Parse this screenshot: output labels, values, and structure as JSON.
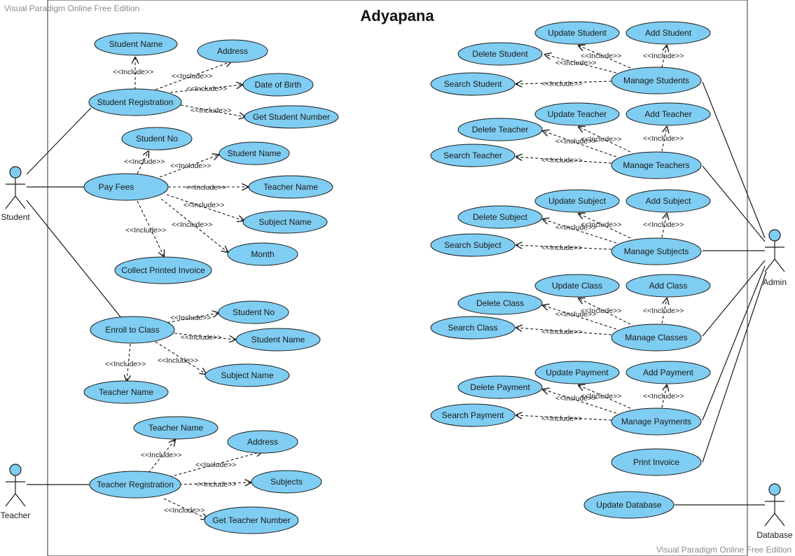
{
  "watermark_top": "Visual Paradigm Online Free Edition",
  "watermark_bottom": "Visual Paradigm Online Free Edition",
  "system_title": "Adyapana",
  "include_label": "<<Include>>",
  "actors": {
    "student": "Student",
    "teacher": "Teacher",
    "admin": "Admin",
    "database": "Database"
  },
  "use_cases": {
    "student_name_1": "Student Name",
    "address_1": "Address",
    "date_of_birth": "Date of Birth",
    "student_registration": "Student Registration",
    "get_student_number": "Get Student Number",
    "student_no_1": "Student No",
    "student_name_2": "Student Name",
    "pay_fees": "Pay Fees",
    "teacher_name_1": "Teacher Name",
    "subject_name_1": "Subject Name",
    "month": "Month",
    "collect_printed_invoice": "Collect Printed Invoice",
    "student_no_2": "Student No",
    "enroll_to_class": "Enroll to Class",
    "student_name_3": "Student Name",
    "subject_name_2": "Subject Name",
    "teacher_name_2": "Teacher Name",
    "teacher_name_3": "Teacher Name",
    "address_2": "Address",
    "teacher_registration": "Teacher Registration",
    "subjects": "Subjects",
    "get_teacher_number": "Get Teacher Number",
    "update_student": "Update Student",
    "add_student": "Add Student",
    "delete_student": "Delete Student",
    "search_student": "Search Student",
    "manage_students": "Manage Students",
    "update_teacher": "Update Teacher",
    "add_teacher": "Add Teacher",
    "delete_teacher": "Delete Teacher",
    "search_teacher": "Search Teacher",
    "manage_teachers": "Manage Teachers",
    "update_subject": "Update Subject",
    "add_subject": "Add Subject",
    "delete_subject": "Delete Subject",
    "search_subject": "Search Subject",
    "manage_subjects": "Manage Subjects",
    "update_class": "Update Class",
    "add_class": "Add Class",
    "delete_class": "Delete Class",
    "search_class": "Search Class",
    "manage_classes": "Manage Classes",
    "update_payment": "Update Payment",
    "add_payment": "Add Payment",
    "delete_payment": "Delete Payment",
    "search_payment": "Search Payment",
    "manage_payments": "Manage Payments",
    "print_invoice": "Print Invoice",
    "update_database": "Update Database"
  },
  "colors": {
    "use_case_fill": "#7fcdf2",
    "stroke": "#1a1a1a",
    "watermark": "#8a8a8a"
  }
}
